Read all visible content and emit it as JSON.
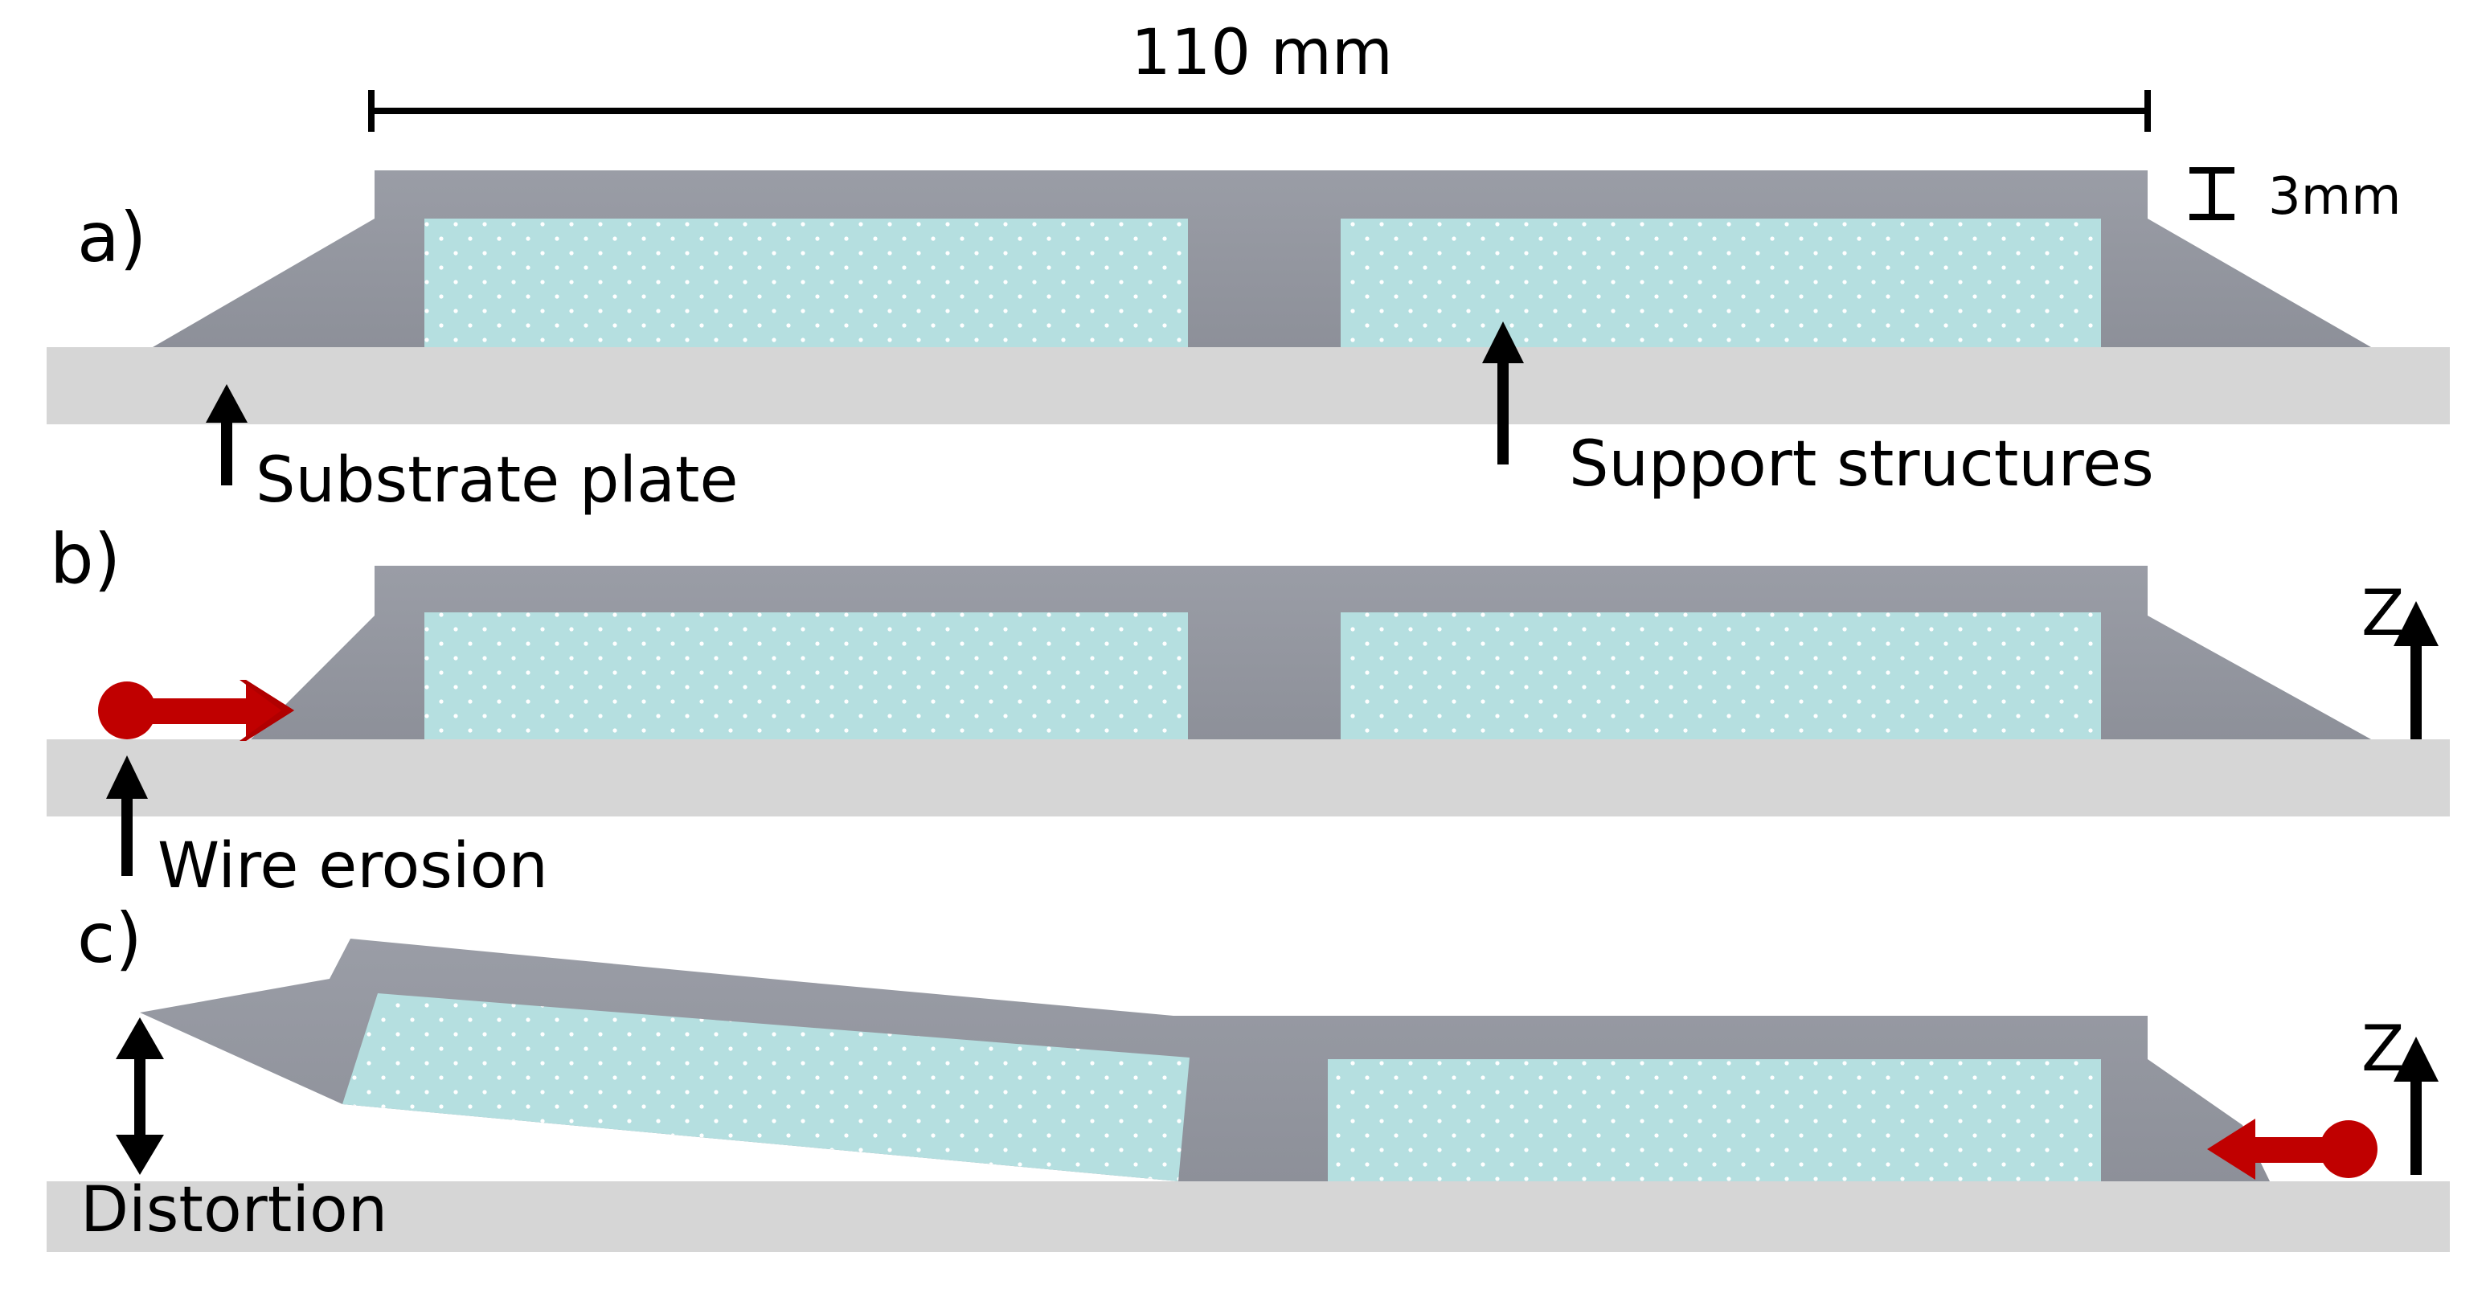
{
  "dimension": {
    "length": "110 mm",
    "thickness": "3mm"
  },
  "panels": [
    {
      "label": "a)"
    },
    {
      "label": "b)"
    },
    {
      "label": "c)"
    }
  ],
  "annotations": {
    "substrate_plate": "Substrate plate",
    "support_structures": "Support structures",
    "wire_erosion": "Wire erosion",
    "distortion": "Distortion",
    "z_axis_b": "Z",
    "z_axis_c": "Z"
  },
  "colors": {
    "substrate": "#d6d6d6",
    "part": "#94979f",
    "support": "#b5dfe0",
    "support_dots": "#ffffff",
    "wire_arrow": "#c00000",
    "arrows": "#000000"
  }
}
